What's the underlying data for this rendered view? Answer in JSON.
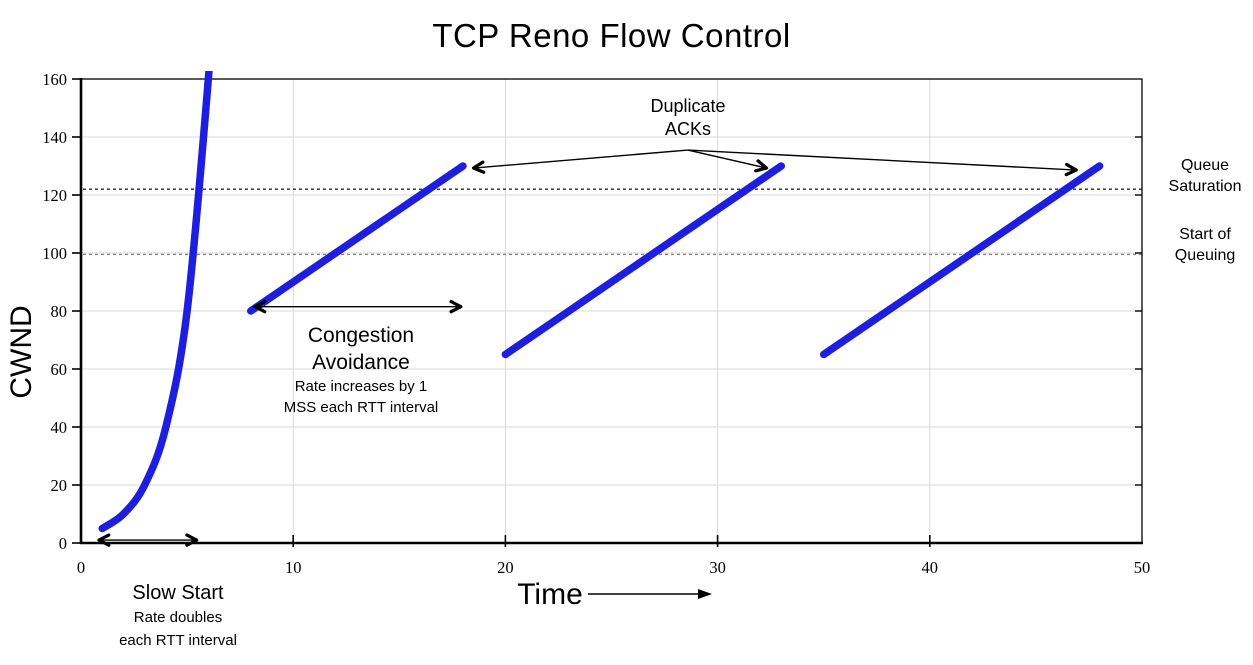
{
  "title": "TCP Reno Flow Control",
  "colors": {
    "series_blue": "#1e1ee1",
    "grid": "#d9d9d9",
    "axis": "#000000",
    "ref_line_dark": "#2b2b2b",
    "ref_line_light": "#858585",
    "text": "#000000"
  },
  "chart_data": {
    "type": "line",
    "title": "TCP Reno Flow Control",
    "xlabel": "Time",
    "ylabel": "CWND",
    "xlim": [
      0,
      50
    ],
    "ylim": [
      0,
      160
    ],
    "x_ticks": [
      0,
      10,
      20,
      30,
      40,
      50
    ],
    "y_ticks": [
      0,
      20,
      40,
      60,
      80,
      100,
      120,
      140,
      160
    ],
    "grid": true,
    "series": [
      {
        "name": "Slow Start",
        "note": "Rate doubles each RTT interval",
        "smooth": true,
        "points": [
          [
            1,
            5
          ],
          [
            2,
            10
          ],
          [
            3,
            20
          ],
          [
            4,
            40
          ],
          [
            5,
            80
          ],
          [
            6,
            160
          ],
          [
            6.4,
            205
          ]
        ]
      },
      {
        "name": "Congestion Avoidance 1",
        "note": "Rate increases by 1 MSS each RTT interval",
        "points": [
          [
            8,
            80
          ],
          [
            18,
            130
          ]
        ]
      },
      {
        "name": "Congestion Avoidance 2",
        "note": "Rate increases by 1 MSS each RTT interval",
        "points": [
          [
            20,
            65
          ],
          [
            33,
            130
          ]
        ]
      },
      {
        "name": "Congestion Avoidance 3",
        "note": "Rate increases by 1 MSS each RTT interval",
        "points": [
          [
            35,
            65
          ],
          [
            48,
            130
          ]
        ]
      }
    ],
    "reference_lines": [
      {
        "label": "Queue Saturation",
        "y": 122,
        "style": "dashed",
        "shade": "dark"
      },
      {
        "label": "Start of Queuing",
        "y": 99.5,
        "style": "dashed",
        "shade": "light"
      }
    ],
    "arrows": [
      {
        "name": "slow-start-span",
        "type": "double",
        "from": [
          0.85,
          1
        ],
        "to": [
          5.45,
          1
        ]
      },
      {
        "name": "congestion-avoidance-span",
        "type": "double",
        "from": [
          8.2,
          81.5
        ],
        "to": [
          17.9,
          81.5
        ]
      },
      {
        "name": "dup-ack-to-ramp1",
        "type": "single",
        "from": [
          28.6,
          135.5
        ],
        "to": [
          18.5,
          129.3
        ]
      },
      {
        "name": "dup-ack-to-ramp2",
        "type": "single",
        "from": [
          28.6,
          135.5
        ],
        "to": [
          32.3,
          129.3
        ]
      },
      {
        "name": "dup-ack-to-ramp3",
        "type": "single",
        "from": [
          28.6,
          135.5
        ],
        "to": [
          46.9,
          128.6
        ]
      }
    ]
  },
  "labels": {
    "y_axis": "CWND",
    "x_axis": "Time",
    "duplicate_acks": {
      "line1": "Duplicate",
      "line2": "ACKs"
    },
    "slow_start": {
      "title": "Slow Start",
      "line1": "Rate doubles",
      "line2": "each RTT interval"
    },
    "congestion_avoidance": {
      "title1": "Congestion",
      "title2": "Avoidance",
      "line1": "Rate increases by 1",
      "line2": "MSS each RTT interval"
    },
    "queue_saturation": {
      "line1": "Queue",
      "line2": "Saturation"
    },
    "start_of_queuing": {
      "line1": "Start of",
      "line2": "Queuing"
    }
  }
}
